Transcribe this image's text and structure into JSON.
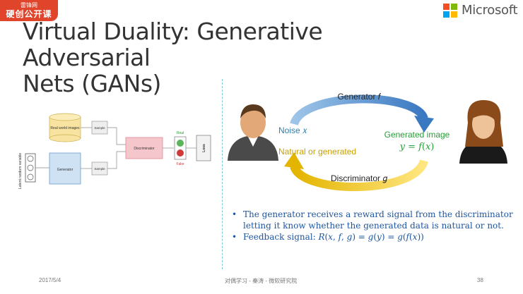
{
  "watermark": {
    "line1": "雷锋网",
    "line2": "硬创公开课"
  },
  "brand": {
    "name": "Microsoft",
    "colors": [
      "#f25022",
      "#7fba00",
      "#00a4ef",
      "#ffb900"
    ]
  },
  "title": {
    "line1": "Virtual Duality: Generative Adversarial",
    "line2": "Nets (GANs)"
  },
  "left_diagram": {
    "latent_label": "Latent random variable",
    "real_world": "Real world images",
    "sample_top": "Sample",
    "generator": "Generator",
    "sample_bottom": "Sample",
    "discriminator": "Discriminator",
    "real": "Real",
    "fake": "Fake",
    "loss": "Loss"
  },
  "right_diagram": {
    "generator_label": "Generator 𝑓",
    "noise_label": "Noise 𝑥",
    "generated_label": "Generated image",
    "generated_eq": "𝑦 = 𝑓(𝑥)",
    "natural_label": "Natural or generated",
    "discriminator_label": "Discriminator 𝑔"
  },
  "bullets": [
    "The generator receives a reward signal from the discriminator letting it know whether the generated data is natural or not.",
    "Feedback signal: 𝑅(𝑥, 𝑓, 𝑔) = 𝑔(𝑦) = 𝑔(𝑓(𝑥))"
  ],
  "footer": {
    "date": "2017/5/4",
    "center": "对偶学习 - 秦涛 - 微软研究院",
    "page": "38"
  },
  "colors": {
    "text_blue": "#1e56a0",
    "teal": "#2e9c97",
    "green": "#2a9d3a",
    "gold": "#c8a000",
    "red_badge": "#e0442a"
  }
}
